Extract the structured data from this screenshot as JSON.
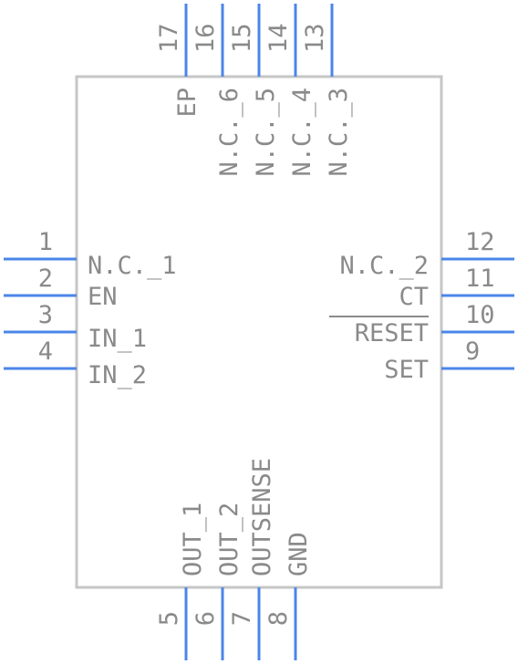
{
  "component": {
    "pins": [
      {
        "number": "1",
        "label": "N.C._1",
        "side": "left"
      },
      {
        "number": "2",
        "label": "EN",
        "side": "left"
      },
      {
        "number": "3",
        "label": "IN_1",
        "side": "left"
      },
      {
        "number": "4",
        "label": "IN_2",
        "side": "left"
      },
      {
        "number": "5",
        "label": "OUT_1",
        "side": "bottom"
      },
      {
        "number": "6",
        "label": "OUT_2",
        "side": "bottom"
      },
      {
        "number": "7",
        "label": "OUTSENSE",
        "side": "bottom"
      },
      {
        "number": "8",
        "label": "GND",
        "side": "bottom"
      },
      {
        "number": "9",
        "label": "SET",
        "side": "right"
      },
      {
        "number": "10",
        "label": "RESET",
        "side": "right",
        "overbar": true
      },
      {
        "number": "11",
        "label": "CT",
        "side": "right"
      },
      {
        "number": "12",
        "label": "N.C._2",
        "side": "right"
      },
      {
        "number": "13",
        "label": "N.C._3",
        "side": "top"
      },
      {
        "number": "14",
        "label": "N.C._4",
        "side": "top"
      },
      {
        "number": "15",
        "label": "N.C._5",
        "side": "top"
      },
      {
        "number": "16",
        "label": "N.C._6",
        "side": "top"
      },
      {
        "number": "17",
        "label": "EP",
        "side": "top"
      }
    ],
    "colors": {
      "pin": "#4a86e8",
      "body": "#c6c6c6",
      "text": "#8a8a8a"
    }
  }
}
